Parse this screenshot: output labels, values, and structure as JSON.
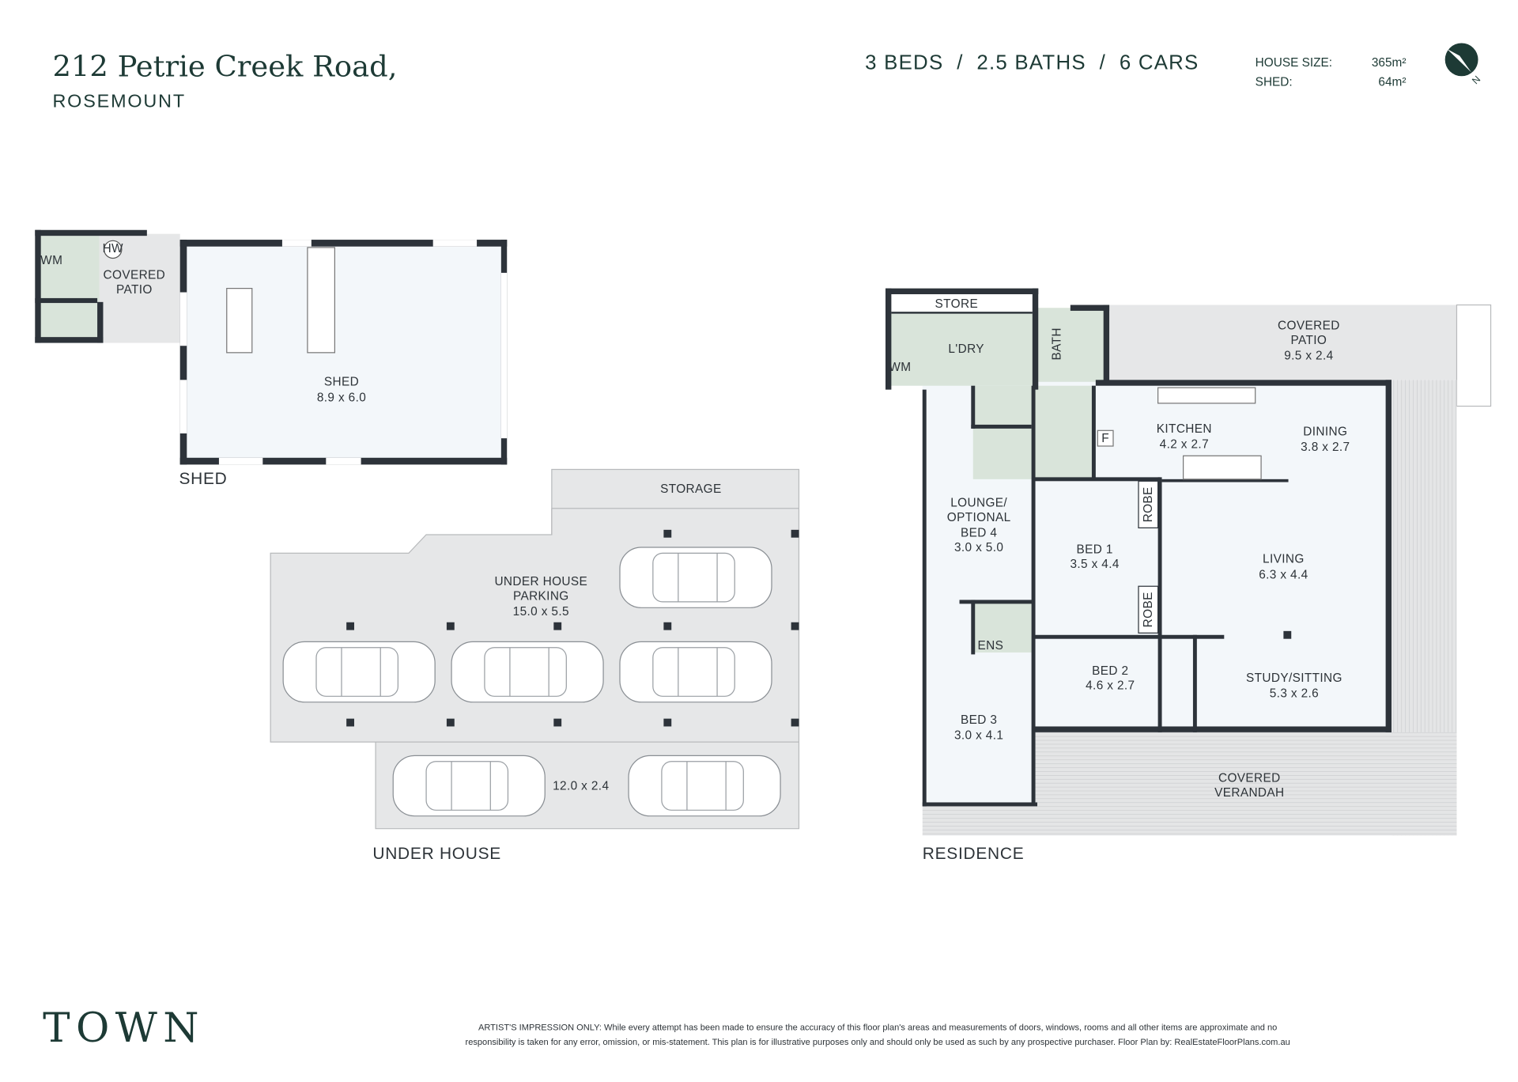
{
  "header": {
    "address": "212 Petrie Creek Road,",
    "suburb": "ROSEMOUNT",
    "summary": "3 BEDS  /  2.5 BATHS  /  6 CARS",
    "house_size_label": "HOUSE SIZE:",
    "house_size_value": "365m²",
    "shed_label": "SHED:",
    "shed_value": "64m²",
    "north_label": "N"
  },
  "sections": {
    "shed": "SHED",
    "under_house": "UNDER HOUSE",
    "residence": "RESIDENCE"
  },
  "shed_plan": {
    "hw": "HW",
    "wm": "WM",
    "patio": [
      "COVERED",
      "PATIO"
    ],
    "shed": [
      "SHED",
      "8.9 x 6.0"
    ]
  },
  "under_house_plan": {
    "storage": "STORAGE",
    "parking": [
      "UNDER HOUSE",
      "PARKING",
      "15.0 x 5.5"
    ],
    "lower": "12.0 x 2.4"
  },
  "residence_plan": {
    "store": "STORE",
    "laundry": "L'DRY",
    "wm": "WM",
    "bath": "BATH",
    "patio": [
      "COVERED",
      "PATIO",
      "9.5 x 2.4"
    ],
    "kitchen": [
      "KITCHEN",
      "4.2 x 2.7"
    ],
    "fridge": "F",
    "dining": [
      "DINING",
      "3.8 x 2.7"
    ],
    "lounge": [
      "LOUNGE/",
      "OPTIONAL",
      "BED 4",
      "3.0 x 5.0"
    ],
    "bed1": [
      "BED 1",
      "3.5 x 4.4"
    ],
    "robe": "ROBE",
    "living": [
      "LIVING",
      "6.3 x 4.4"
    ],
    "ens": "ENS",
    "bed2": [
      "BED 2",
      "4.6 x 2.7"
    ],
    "study": [
      "STUDY/SITTING",
      "5.3 x 2.6"
    ],
    "bed3": [
      "BED 3",
      "3.0 x 4.1"
    ],
    "verandah": [
      "COVERED",
      "VERANDAH"
    ]
  },
  "footer": {
    "logo": "TOWN",
    "disclaimer_1": "ARTIST'S IMPRESSION ONLY: While every attempt has been made to ensure the accuracy of this floor plan's areas and measurements of doors, windows, rooms and all other items are approximate and no",
    "disclaimer_2": "responsibility is taken for any error, omission, or mis-statement. This plan is for illustrative purposes only and should only be used as such by any prospective purchaser. Floor Plan by: RealEstateFloorPlans.com.au"
  },
  "colors": {
    "brand": "#1d3a35",
    "wall": "#2d333a",
    "grey_area": "#e6e7e8",
    "room": "#f3f7fa",
    "wet": "#d9e4da"
  }
}
